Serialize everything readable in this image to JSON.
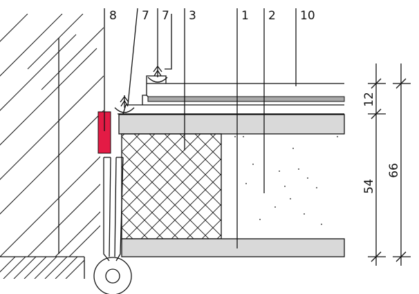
{
  "labels": [
    "8",
    "7",
    "7",
    "3",
    "1",
    "2",
    "10"
  ],
  "dimensions": {
    "top_layer": "12",
    "core": "54",
    "total": "66"
  },
  "colors": {
    "seal": "#e31b45",
    "slab": "#d9d9d9",
    "top_strip": "#aaaaaa",
    "line": "#111111"
  }
}
